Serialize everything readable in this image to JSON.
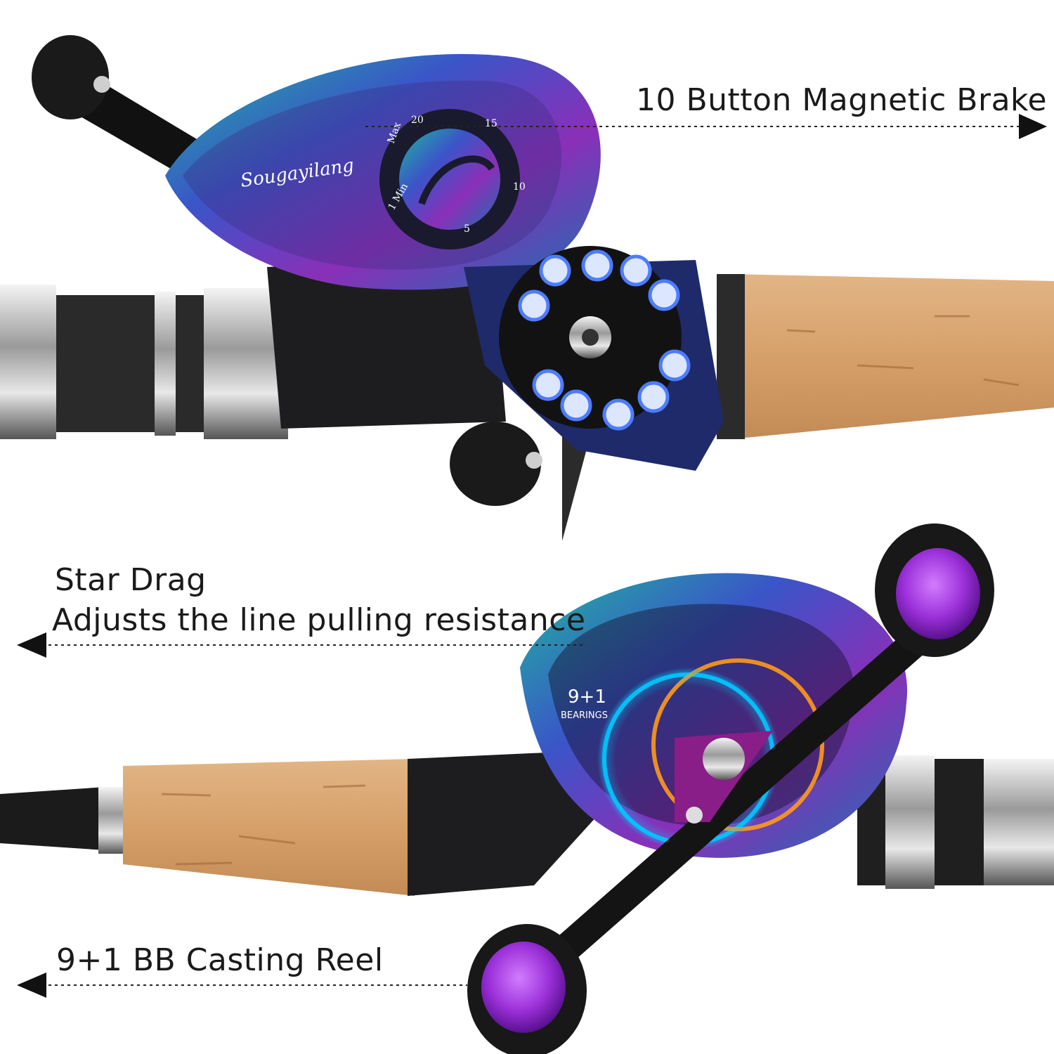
{
  "annotations": {
    "magnetic_brake": "10 Button Magnetic Brake",
    "star_drag_title": "Star Drag",
    "star_drag_desc": "Adjusts the line pulling resistance",
    "casting_reel": "9+1 BB Casting Reel"
  },
  "product_markings": {
    "brand": "Sougayilang",
    "bearings_count": "9+1",
    "bearings_word": "BEARINGS",
    "dial_ticks": [
      "Max",
      "20",
      "15",
      "10",
      "5",
      "1 Min"
    ]
  },
  "colors": {
    "background": "#ffffff",
    "text": "#1a1a1a",
    "cork": "#d9a873",
    "knob_purple": "#9b30d9",
    "magnet_blue": "#4d7cff"
  }
}
